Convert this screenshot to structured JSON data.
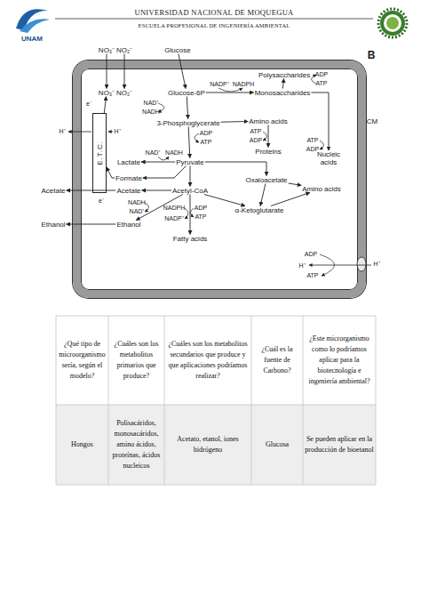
{
  "diagram": {
    "nodes": [
      {
        "text": [
          "CM"
        ]
      },
      {
        "text": [
          "NO₃⁻"
        ]
      },
      {
        "text": [
          "NO₂⁻"
        ]
      },
      {
        "text": [
          "Glucose"
        ]
      },
      {
        "text": [
          "Polysaccharides"
        ],
        "in": 0
      },
      {
        "text": [
          "NO₃⁻"
        ],
        "in": 0
      },
      {
        "text": [
          "NO₂⁻"
        ],
        "in": 0
      },
      {
        "text": [
          "Glucose-6P"
        ],
        "in": 0
      },
      {
        "text": [
          "Monosaccharides"
        ],
        "in": 0
      },
      {
        "text": [
          "E.T.C."
        ],
        "in": 0
      },
      {
        "text": [
          "3-Phosphoglycerate"
        ],
        "in": 0
      },
      {
        "text": [
          "Amino acids"
        ],
        "in": 0
      },
      {
        "text": [
          "Proteins"
        ],
        "in": 0
      },
      {
        "text": [
          "Nucleic acids"
        ],
        "in": 0
      },
      {
        "text": [
          "Lactate"
        ],
        "in": 0
      },
      {
        "text": [
          "Pyruvate"
        ],
        "in": 0
      },
      {
        "text": [
          "Formate"
        ],
        "in": 0
      },
      {
        "text": [
          "Oxaloacetate"
        ],
        "in": 0
      },
      {
        "text": [
          "Acetate"
        ]
      },
      {
        "text": [
          "Acetate"
        ],
        "in": 0
      },
      {
        "text": [
          "Acetyl-CoA"
        ],
        "in": 0
      },
      {
        "text": [
          "Amino acids"
        ],
        "in": 0
      },
      {
        "text": [
          "α-Ketoglutarate"
        ],
        "in": 0
      },
      {
        "text": [
          "Ethanol"
        ]
      },
      {
        "text": [
          "Ethanol"
        ],
        "in": 0
      },
      {
        "text": [
          "Fatty acids"
        ],
        "in": 0
      }
    ],
    "edges": [
      {
        "from": 1,
        "to": 5,
        "arrow": "to"
      },
      {
        "from": 2,
        "to": 6,
        "arrow": "to"
      },
      {
        "from": 3,
        "to": 7,
        "arrow": "to"
      },
      {
        "from": 7,
        "to": 8,
        "arrow": "to"
      },
      {
        "from": 8,
        "to": 4,
        "arrow": "to"
      },
      {
        "from": 8,
        "to": 13,
        "arrow": "to"
      },
      {
        "from": 7,
        "to": 10,
        "arrow": "to"
      },
      {
        "from": 10,
        "to": 11,
        "arrow": "to"
      },
      {
        "from": 11,
        "to": 12,
        "arrow": "to"
      },
      {
        "from": 10,
        "to": 15,
        "arrow": "to"
      },
      {
        "from": 15,
        "to": 14,
        "arrow": "to"
      },
      {
        "from": 15,
        "to": 16,
        "arrow": "to"
      },
      {
        "from": 15,
        "to": 20,
        "arrow": "to"
      },
      {
        "from": 15,
        "to": 17,
        "arrow": "to"
      },
      {
        "from": 17,
        "to": 21,
        "arrow": "to"
      },
      {
        "from": 17,
        "to": 22,
        "arrow": "to"
      },
      {
        "from": 22,
        "to": 21,
        "arrow": "to"
      },
      {
        "from": 20,
        "to": 22,
        "arrow": "to"
      },
      {
        "from": 20,
        "to": 19,
        "arrow": "to"
      },
      {
        "from": 19,
        "to": 18,
        "arrow": "to"
      },
      {
        "from": 20,
        "to": 24,
        "arrow": "to"
      },
      {
        "from": 24,
        "to": 23,
        "arrow": "to"
      },
      {
        "from": 20,
        "to": 25,
        "arrow": "to"
      },
      {
        "from": 9,
        "to": 5,
        "label": "e⁻",
        "arrow": "to"
      },
      {
        "from": 16,
        "to": 9,
        "label": "e⁻",
        "arrow": "to"
      }
    ],
    "labels": [
      "UNIVERSIDAD NACIONAL DE MOQUEGUA",
      "ESCUELA PROFESIONAL DE INGENIERÍA AMBIENTAL",
      "UNAM",
      "B",
      "NADP⁺",
      "NADPH",
      "ADP",
      "ATP",
      "NAD⁺",
      "NADH",
      "ADP",
      "ATP",
      "ATP",
      "ADP",
      "ATP",
      "ADP",
      "H⁺",
      "H⁺",
      "NAD⁺",
      "NADH",
      "NADH",
      "NAD⁺",
      "NADPH",
      "NADP⁺",
      "ADP",
      "ATP",
      "ADP",
      "H⁺",
      "ATP",
      "H⁺",
      "¿Qué tipo de microorganismo sería, según el modelo?",
      "¿Cuáles son los metabolitos primarios que produce?",
      "¿Cuáles son los metabolitos secundarios que produce y que aplicaciones podríamos realizar?",
      "¿Cuál es la fuente de Carbono?",
      "¿Este microrganismo como lo podríamos aplicar para la biotecnología e ingeniería ambiental?",
      "Hongos",
      "Polisacáridos, monosacáridos, amino ácidos, proteínas, ácidos nucleicos",
      "Acetato, etanol, iones hidrógeno",
      "Glucosa",
      "Se pueden aplicar en la producción de bioetanol"
    ]
  }
}
